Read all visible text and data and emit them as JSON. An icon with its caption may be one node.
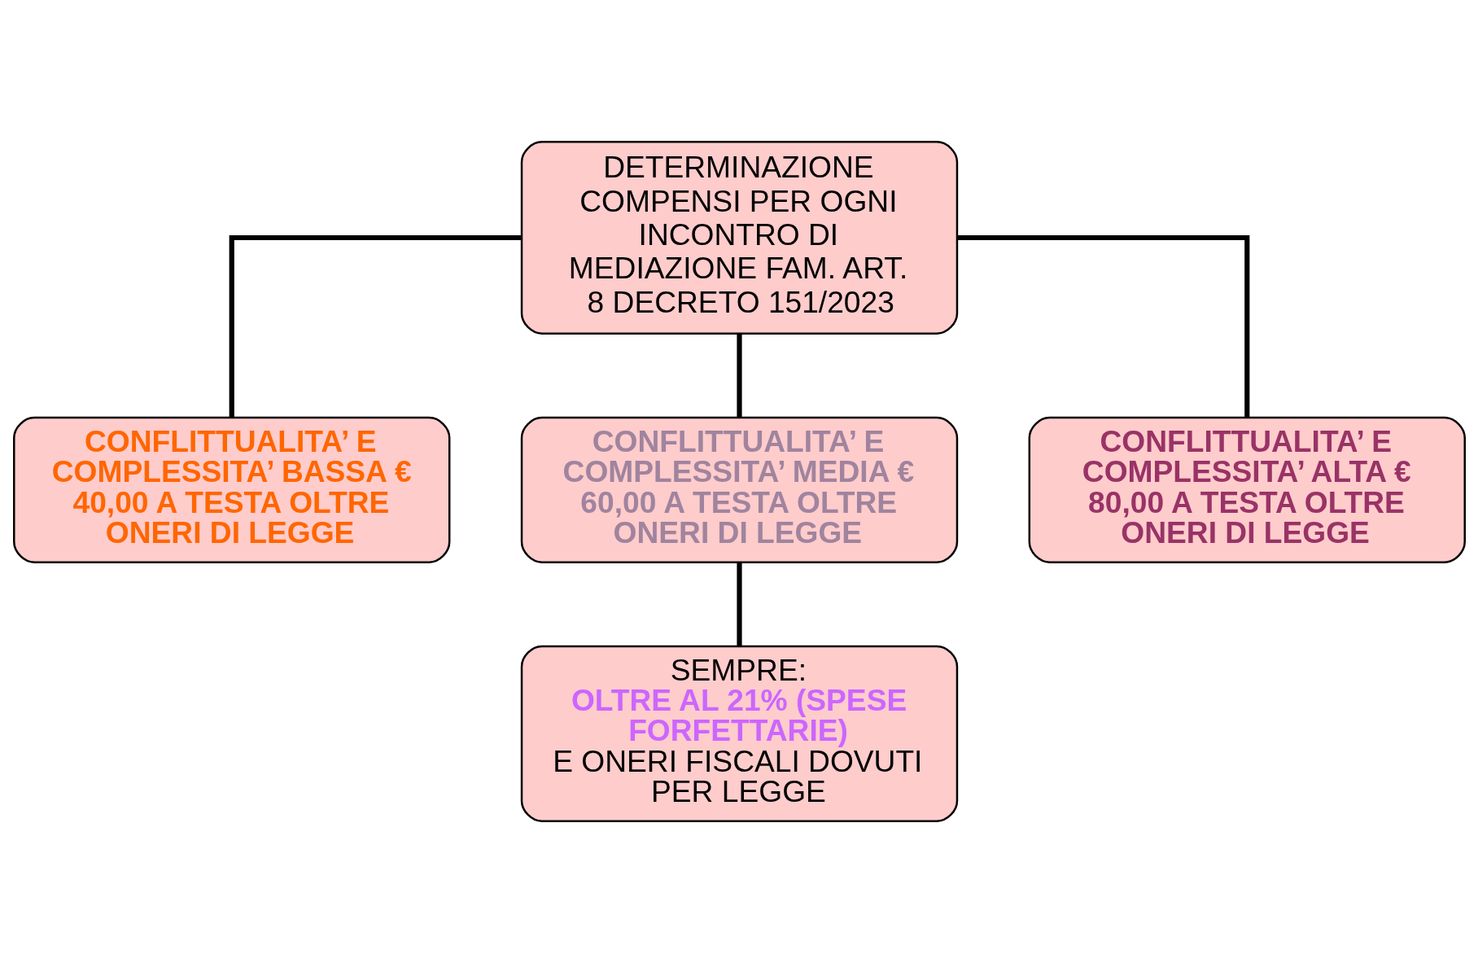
{
  "diagram": {
    "nodes": [
      {
        "text": [
          "DETERMINAZIONE COMPENSI PER OGNI INCONTRO DI MEDIAZIONE FAM. ART. 8 DECRETO 151/2023"
        ]
      },
      {
        "text": [
          "CONFLITTUALITA’ E COMPLESSITA’ BASSA € 40,00 A TESTA OLTRE ONERI DI LEGGE"
        ]
      },
      {
        "text": [
          "CONFLITTUALITA’ E COMPLESSITA’ MEDIA € 60,00 A TESTA OLTRE ONERI DI LEGGE"
        ]
      },
      {
        "text": [
          "CONFLITTUALITA’ E COMPLESSITA’ ALTA € 80,00 A TESTA OLTRE ONERI DI LEGGE"
        ]
      },
      {
        "text": [
          "SEMPRE:",
          "OLTRE AL 21% (SPESE FORFETTARIE)",
          "E ONERI FISCALI DOVUTI PER LEGGE"
        ]
      }
    ],
    "edges": [
      {
        "from": 0,
        "to": 1,
        "arrow": "none"
      },
      {
        "from": 0,
        "to": 2,
        "arrow": "none"
      },
      {
        "from": 0,
        "to": 3,
        "arrow": "none"
      },
      {
        "from": 2,
        "to": 4,
        "arrow": "none"
      }
    ]
  }
}
